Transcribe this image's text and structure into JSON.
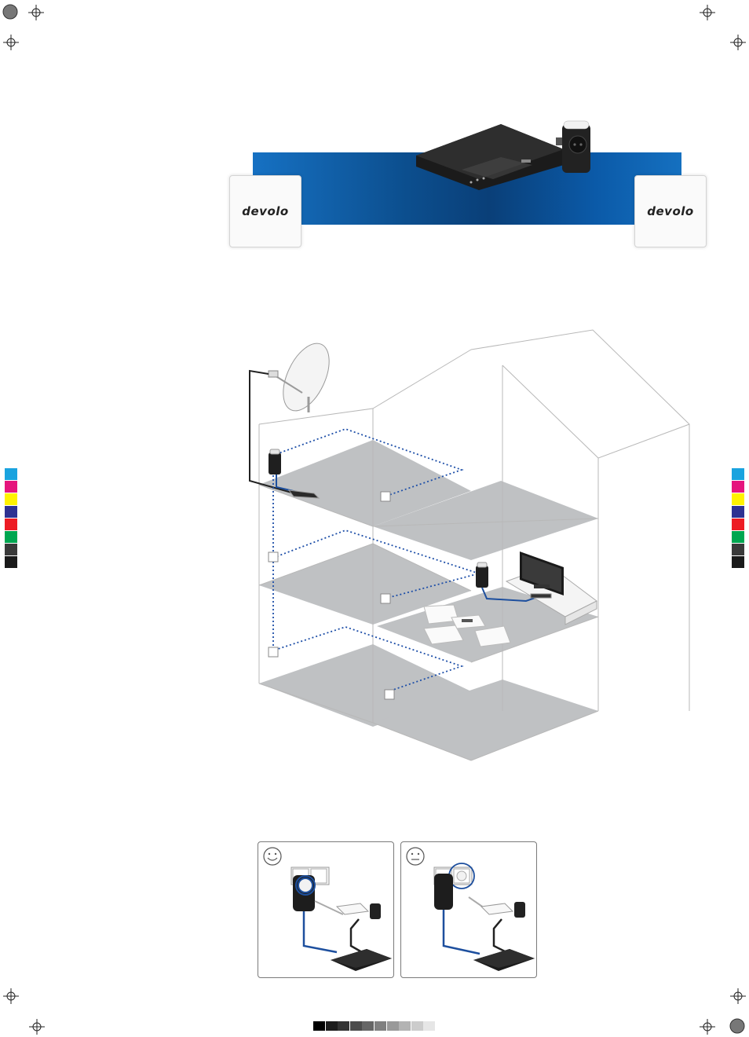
{
  "logos": {
    "left": "devolo",
    "right": "devolo"
  },
  "colors": {
    "banner_blue": "#0b5aa8",
    "powerline_dots": "#1e4fa8",
    "ethernet_blue": "#1d4f9e",
    "floor_grey": "#bfc1c3",
    "house_outline": "#b8b8b8"
  },
  "print_marks": {
    "registration_marks": [
      "top-left",
      "top-right",
      "bottom-left",
      "bottom-right"
    ],
    "color_bars": [
      "#1aa3df",
      "#e5157d",
      "#fff200",
      "#2e3192",
      "#ed1c24",
      "#00a650",
      "#3a3a3a",
      "#1a1a1a"
    ],
    "grey_scale": [
      "#000000",
      "#1c1c1c",
      "#333333",
      "#4c4c4c",
      "#666666",
      "#808080",
      "#999999",
      "#b3b3b3",
      "#cccccc",
      "#e6e6e6"
    ]
  },
  "panels": [
    {
      "face": "smiley-happy-icon",
      "connection": "direct-wall-socket"
    },
    {
      "face": "smiley-neutral-icon",
      "connection": "socket-behind-adapter"
    }
  ]
}
